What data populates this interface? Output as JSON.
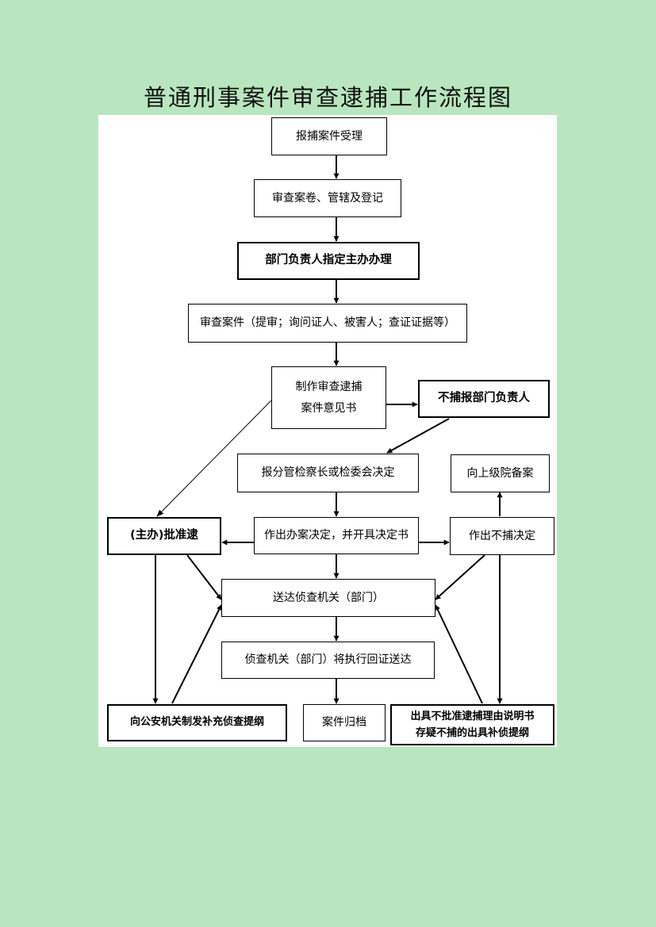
{
  "title": "普通刑事案件审查逮捕工作流程图",
  "nodes": {
    "accept": "报捕案件受理",
    "review_file": "审查案卷、管辖及登记",
    "assign": "部门负责人指定主办办理",
    "review_case": "审查案件（提审；询问证人、被害人；查证证据等）",
    "opinion": "制作审查逮捕\n案件意见书",
    "no_arrest_report": "不捕报部门负责人",
    "decide": "报分管检察长或检委会决定",
    "file_upper": "向上级院备案",
    "approve": "(主办)批准逮",
    "make_decision": "作出办案决定，并开具决定书",
    "no_arrest_decision": "作出不捕决定",
    "deliver": "送达侦查机关（部门）",
    "receipt": "侦查机关（部门）将执行回证送达",
    "supplement": "向公安机关制发补充侦查提纲",
    "archive": "案件归档",
    "explain": "出具不批准逮捕理由说明书\n存疑不捕的出具补侦提纲"
  }
}
